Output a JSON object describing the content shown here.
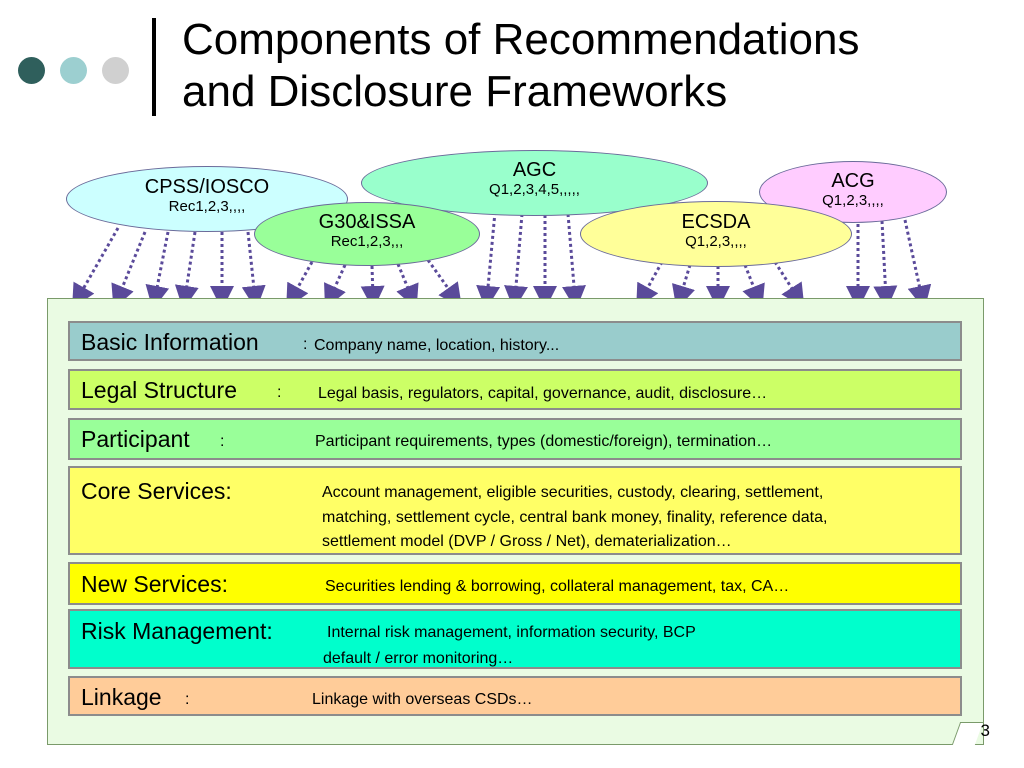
{
  "header": {
    "title_line1": "Components of Recommendations",
    "title_line2": "and Disclosure Frameworks",
    "dot_colors": [
      "#2f5f5c",
      "#9ccfd0",
      "#d0d0d0"
    ]
  },
  "frameworks": [
    {
      "name": "CPSS/IOSCO",
      "items": "Rec1,2,3,,,,",
      "color": "#ccffff"
    },
    {
      "name": "AGC",
      "items": "Q1,2,3,4,5,,,,,",
      "color": "#99ffcc"
    },
    {
      "name": "ACG",
      "items": "Q1,2,3,,,,",
      "color": "#ffccff"
    },
    {
      "name": "G30&ISSA",
      "items": "Rec1,2,3,,,",
      "color": "#99ff99"
    },
    {
      "name": "ECSDA",
      "items": "Q1,2,3,,,,",
      "color": "#ffff99"
    }
  ],
  "components": [
    {
      "heading": "Basic Information",
      "separator": ":",
      "lines": [
        "Company name, location, history..."
      ],
      "color": "#99cccc"
    },
    {
      "heading": "Legal Structure",
      "separator": ":",
      "lines": [
        "Legal basis, regulators, capital, governance, audit, disclosure…"
      ],
      "color": "#ccff66"
    },
    {
      "heading": "Participant",
      "separator": ":",
      "lines": [
        "Participant requirements, types (domestic/foreign), termination…"
      ],
      "color": "#99ff99"
    },
    {
      "heading": "Core Services:",
      "separator": "",
      "lines": [
        "Account management, eligible securities, custody, clearing, settlement,",
        "matching, settlement cycle, central bank money, finality, reference data,",
        "settlement model (DVP / Gross / Net), dematerialization…"
      ],
      "color": "#ffff66"
    },
    {
      "heading": "New Services:",
      "separator": "",
      "lines": [
        "Securities lending & borrowing, collateral management, tax, CA…"
      ],
      "color": "#ffff00"
    },
    {
      "heading": "Risk Management:",
      "separator": "",
      "lines": [
        "Internal risk management, information security, BCP",
        "default / error monitoring…"
      ],
      "color": "#00ffcc"
    },
    {
      "heading": "Linkage",
      "separator": ":",
      "lines": [
        "Linkage with overseas CSDs…"
      ],
      "color": "#ffcc99"
    }
  ],
  "footer": {
    "page_number": "3"
  }
}
